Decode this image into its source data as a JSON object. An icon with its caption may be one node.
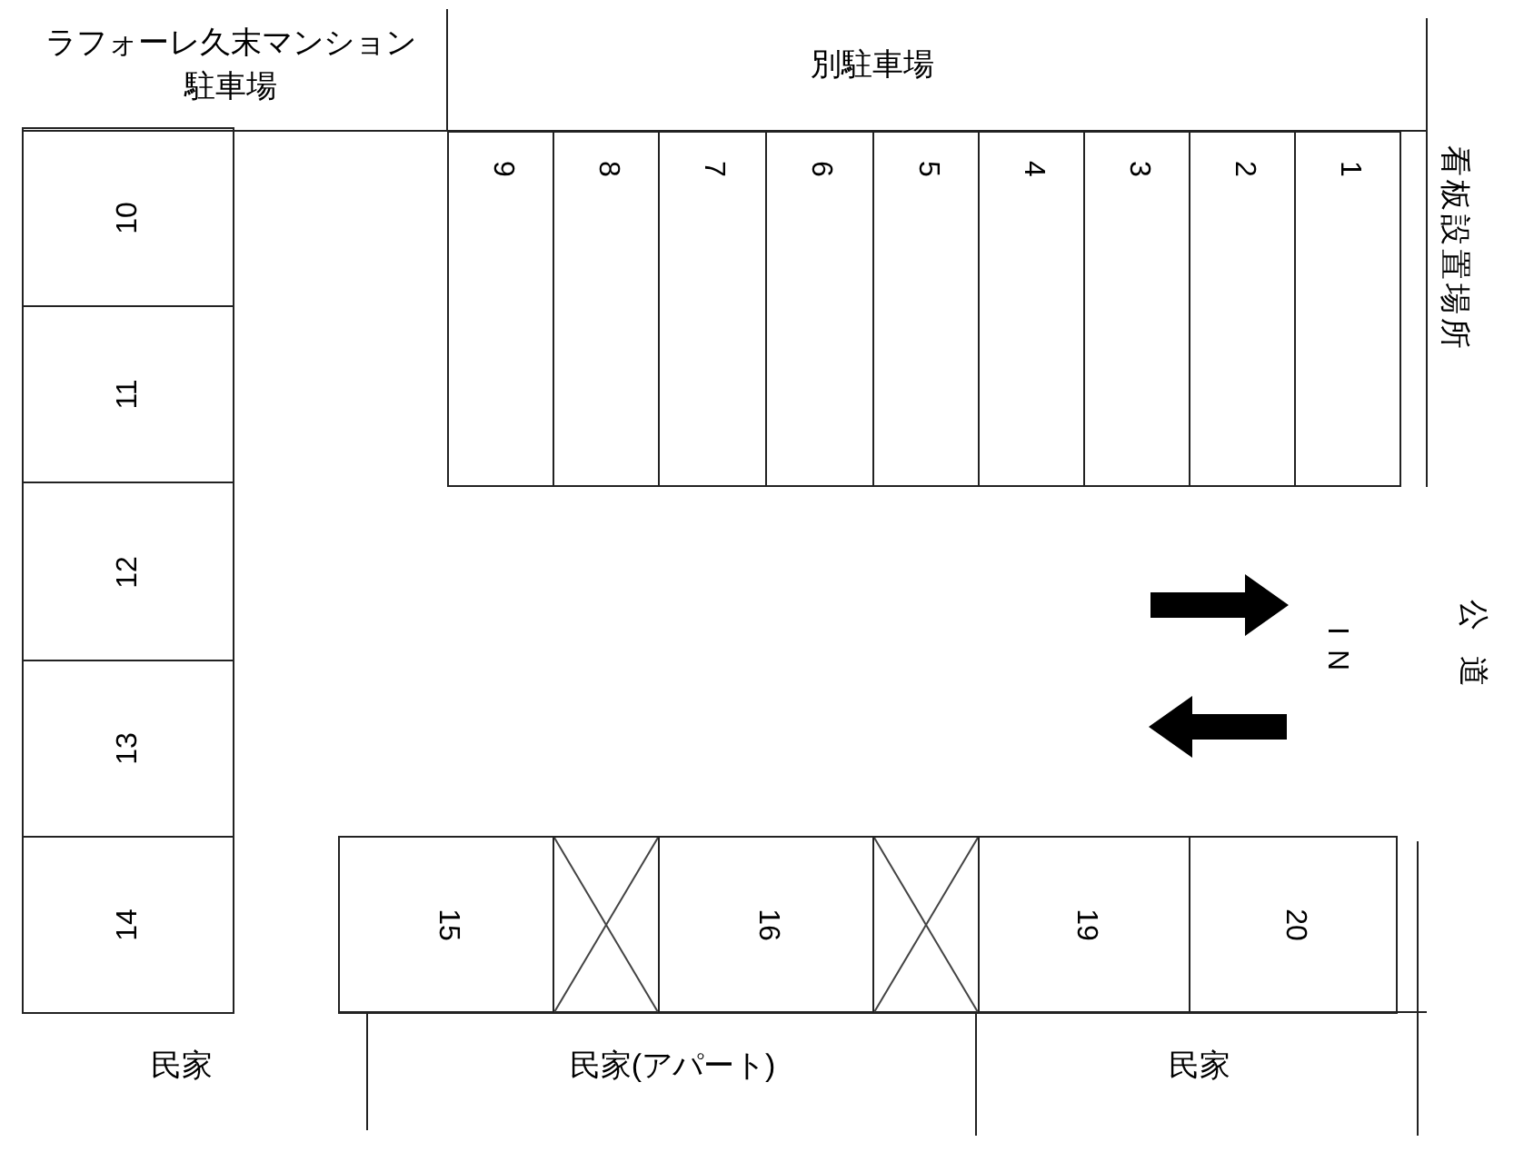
{
  "diagram": {
    "nodes": [
      {
        "text": [
          "9"
        ]
      },
      {
        "text": [
          "8"
        ]
      },
      {
        "text": [
          "7"
        ]
      },
      {
        "text": [
          "6"
        ]
      },
      {
        "text": [
          "5"
        ]
      },
      {
        "text": [
          "4"
        ]
      },
      {
        "text": [
          "3"
        ]
      },
      {
        "text": [
          "2"
        ]
      },
      {
        "text": [
          "1"
        ]
      },
      {
        "text": [
          "10"
        ]
      },
      {
        "text": [
          "11"
        ]
      },
      {
        "text": [
          "12"
        ]
      },
      {
        "text": [
          "13"
        ]
      },
      {
        "text": [
          "14"
        ]
      },
      {
        "text": [
          "15"
        ]
      },
      {
        "text": [],
        "shape": "box"
      },
      {
        "text": [
          "16"
        ]
      },
      {
        "text": [],
        "shape": "box"
      },
      {
        "text": [
          "19"
        ]
      },
      {
        "text": [
          "20"
        ]
      }
    ],
    "edges": [],
    "labels": [
      "ラフォーレ久末マンション駐車場",
      "別駐車場",
      "看板設置場所",
      "IN",
      "公道",
      "民家",
      "民家(アパート)",
      "民家"
    ]
  }
}
